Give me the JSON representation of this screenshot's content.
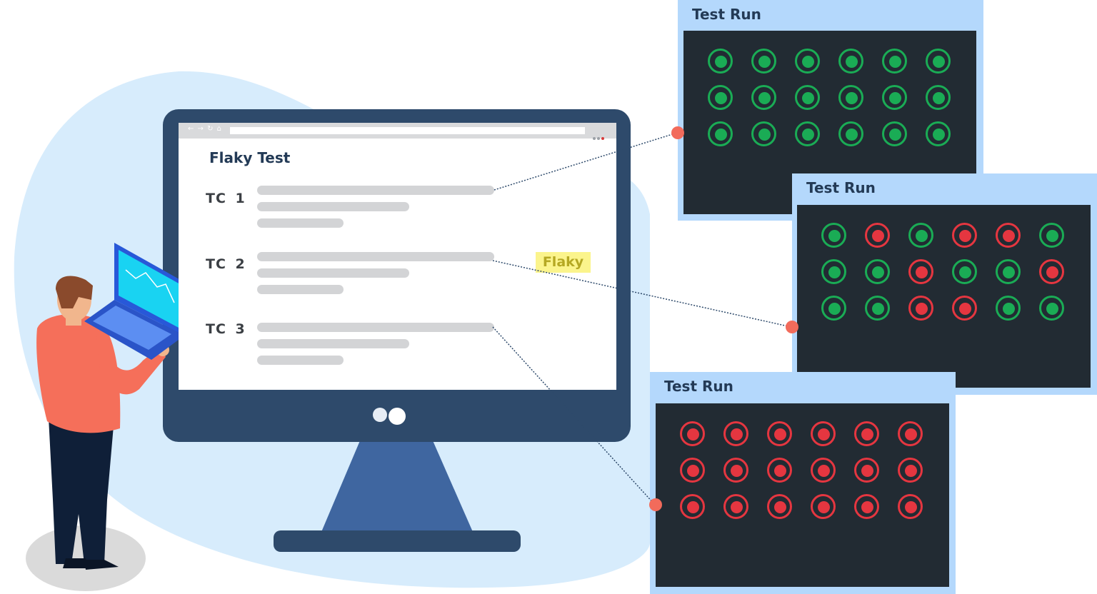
{
  "screen": {
    "title": "Flaky Test",
    "test_cases": [
      {
        "label": "TC 1"
      },
      {
        "label": "TC 2"
      },
      {
        "label": "TC 3"
      }
    ],
    "flaky_tag": "Flaky"
  },
  "panels": [
    {
      "title": "Test Run",
      "rows": [
        [
          "pass",
          "pass",
          "pass",
          "pass",
          "pass",
          "pass"
        ],
        [
          "pass",
          "pass",
          "pass",
          "pass",
          "pass",
          "pass"
        ],
        [
          "pass",
          "pass",
          "pass",
          "pass",
          "pass",
          "pass"
        ]
      ]
    },
    {
      "title": "Test Run",
      "rows": [
        [
          "pass",
          "fail",
          "pass",
          "fail",
          "fail",
          "pass"
        ],
        [
          "pass",
          "pass",
          "fail",
          "pass",
          "pass",
          "fail"
        ],
        [
          "pass",
          "pass",
          "fail",
          "fail",
          "pass",
          "pass"
        ]
      ]
    },
    {
      "title": "Test Run",
      "rows": [
        [
          "fail",
          "fail",
          "fail",
          "fail",
          "fail",
          "fail"
        ],
        [
          "fail",
          "fail",
          "fail",
          "fail",
          "fail",
          "fail"
        ],
        [
          "fail",
          "fail",
          "fail",
          "fail",
          "fail",
          "fail"
        ]
      ]
    }
  ],
  "colors": {
    "pass": "#1aac55",
    "fail": "#e53640",
    "connector": "#f26b5b",
    "flaky_highlight": "#fbf48c"
  }
}
